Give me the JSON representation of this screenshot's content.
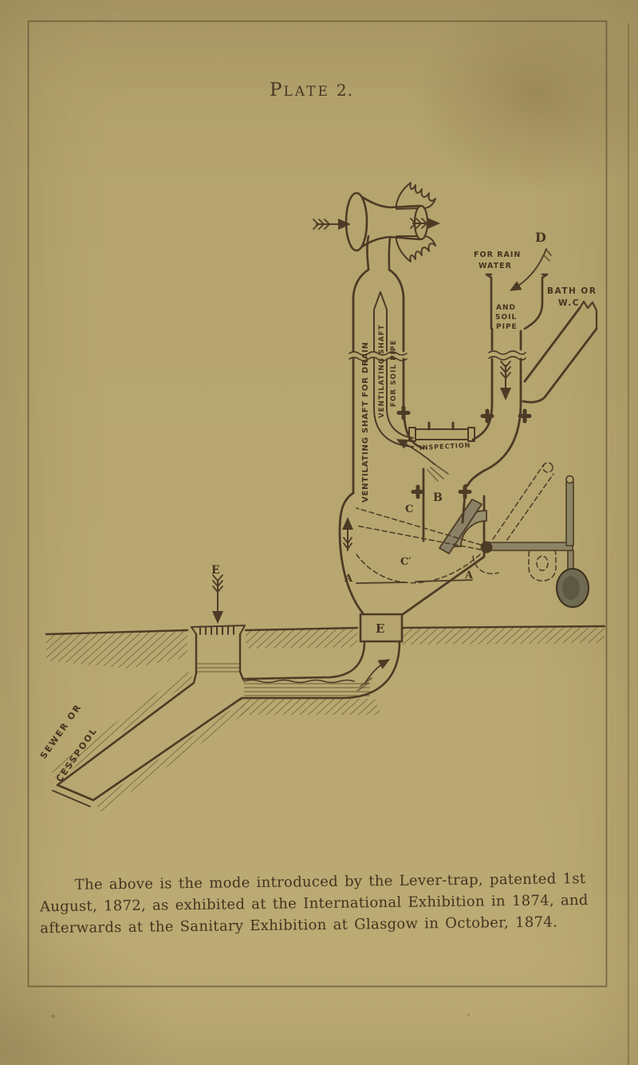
{
  "page": {
    "plate_title": "Plate 2.",
    "title_parts": {
      "initial": "P",
      "rest": "LATE",
      "number": "2."
    },
    "caption": {
      "line1": "The above is the mode introduced by the Lever-trap, patented 1st",
      "line2": "August, 1872, as exhibited at the International Exhibition in 1874, and",
      "line3": "afterwards at the Sanitary Exhibition at Glasgow in October, 1874."
    }
  },
  "diagram": {
    "labels": {
      "d": "D",
      "for_rain_line1": "FOR RAIN",
      "for_rain_line2": "WATER",
      "bath_line1": "BATH OR",
      "bath_line2": "W.C",
      "soil_line1": "AND",
      "soil_line2": "SOIL",
      "soil_line3": "PIPE",
      "vent_drain": "VENTILATING SHAFT FOR DRAIN",
      "vent_soil_col1": "VENTILATING SHAFT",
      "vent_soil_col2": "FOR SOIL PIPE",
      "inspection": "INSPECTION",
      "a_left": "A",
      "a_right": "A",
      "b": "B",
      "c": "C",
      "c_prime": "C′",
      "e_grate": "E",
      "e_outlet": "E",
      "sewer_line1": "SEWER OR",
      "sewer_line2": "CESSPOOL"
    },
    "colors": {
      "paper": "#b5a46e",
      "ink": "#4c3b25",
      "text": "#44341f",
      "metal": "#8d8465",
      "weight": "#6f6a52",
      "frame": "#6a5a38"
    }
  }
}
